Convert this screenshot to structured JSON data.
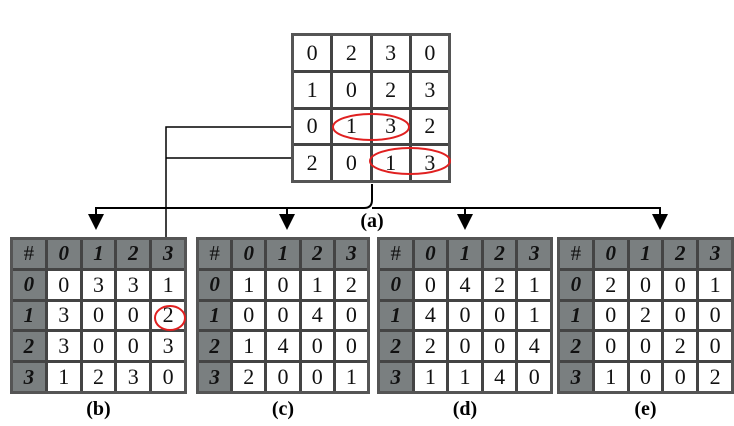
{
  "matrix_a": {
    "label": "(a)",
    "rows": [
      [
        "0",
        "2",
        "3",
        "0"
      ],
      [
        "1",
        "0",
        "2",
        "3"
      ],
      [
        "0",
        "1",
        "3",
        "2"
      ],
      [
        "2",
        "0",
        "1",
        "3"
      ]
    ]
  },
  "tables": [
    {
      "label": "(b)",
      "corner": "#",
      "cols": [
        "0",
        "1",
        "2",
        "3"
      ],
      "rows": [
        {
          "h": "0",
          "v": [
            "0",
            "3",
            "3",
            "1"
          ]
        },
        {
          "h": "1",
          "v": [
            "3",
            "0",
            "0",
            "2"
          ]
        },
        {
          "h": "2",
          "v": [
            "3",
            "0",
            "0",
            "3"
          ]
        },
        {
          "h": "3",
          "v": [
            "1",
            "2",
            "3",
            "0"
          ]
        }
      ]
    },
    {
      "label": "(c)",
      "corner": "#",
      "cols": [
        "0",
        "1",
        "2",
        "3"
      ],
      "rows": [
        {
          "h": "0",
          "v": [
            "1",
            "0",
            "1",
            "2"
          ]
        },
        {
          "h": "1",
          "v": [
            "0",
            "0",
            "4",
            "0"
          ]
        },
        {
          "h": "2",
          "v": [
            "1",
            "4",
            "0",
            "0"
          ]
        },
        {
          "h": "3",
          "v": [
            "2",
            "0",
            "0",
            "1"
          ]
        }
      ]
    },
    {
      "label": "(d)",
      "corner": "#",
      "cols": [
        "0",
        "1",
        "2",
        "3"
      ],
      "rows": [
        {
          "h": "0",
          "v": [
            "0",
            "4",
            "2",
            "1"
          ]
        },
        {
          "h": "1",
          "v": [
            "4",
            "0",
            "0",
            "1"
          ]
        },
        {
          "h": "2",
          "v": [
            "2",
            "0",
            "0",
            "4"
          ]
        },
        {
          "h": "3",
          "v": [
            "1",
            "1",
            "4",
            "0"
          ]
        }
      ]
    },
    {
      "label": "(e)",
      "corner": "#",
      "cols": [
        "0",
        "1",
        "2",
        "3"
      ],
      "rows": [
        {
          "h": "0",
          "v": [
            "2",
            "0",
            "0",
            "1"
          ]
        },
        {
          "h": "1",
          "v": [
            "0",
            "2",
            "0",
            "0"
          ]
        },
        {
          "h": "2",
          "v": [
            "0",
            "0",
            "2",
            "0"
          ]
        },
        {
          "h": "3",
          "v": [
            "1",
            "0",
            "0",
            "2"
          ]
        }
      ]
    }
  ],
  "colors": {
    "highlight": "#e02020",
    "header": "#7a7f80"
  }
}
